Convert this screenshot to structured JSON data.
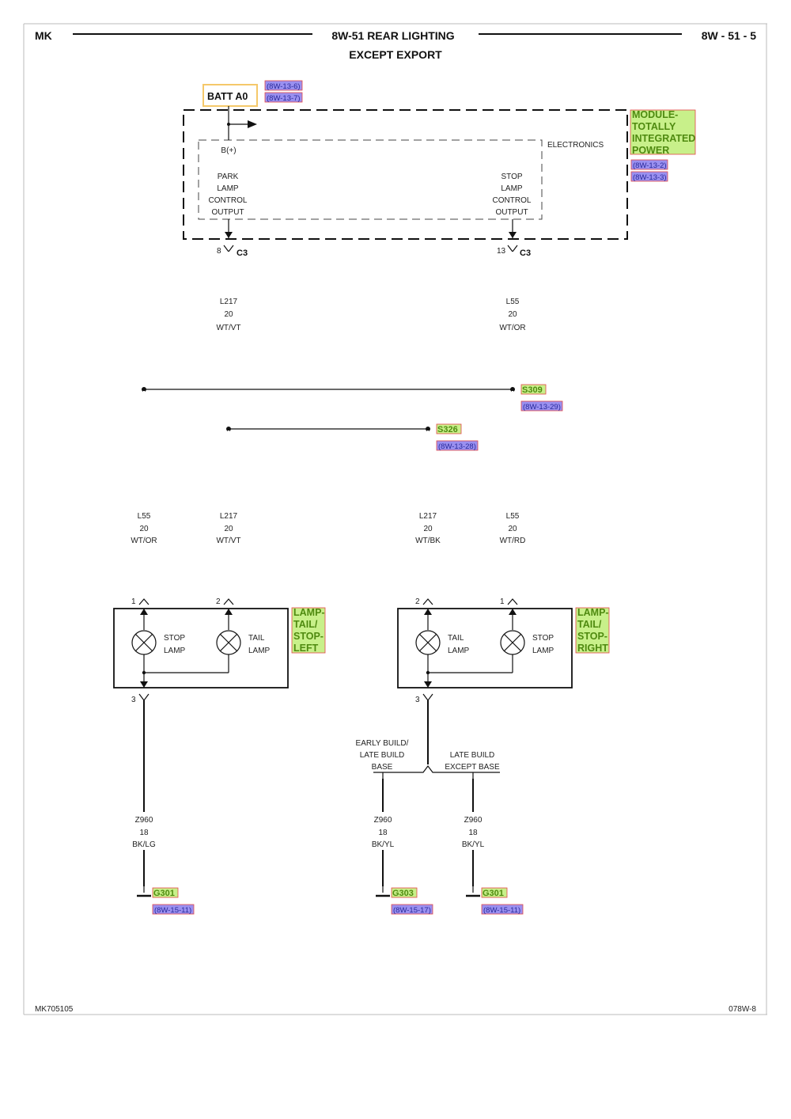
{
  "header": {
    "left": "MK",
    "title_line1": "8W-51 REAR LIGHTING",
    "title_line2": "EXCEPT EXPORT",
    "right": "8W - 51 - 5"
  },
  "footer": {
    "left": "MK705105",
    "right": "078W-8"
  },
  "batt": {
    "label": "BATT A0",
    "refs": [
      "(8W-13-6)",
      "(8W-13-7)"
    ]
  },
  "module": {
    "name_lines": [
      "MODULE-",
      "TOTALLY",
      "INTEGRATED",
      "POWER"
    ],
    "refs": [
      "(8W-13-2)",
      "(8W-13-3)"
    ],
    "inner_label": "ELECTRONICS",
    "bplus": "B(+)",
    "park_lines": [
      "PARK",
      "LAMP",
      "CONTROL",
      "OUTPUT"
    ],
    "stop_lines": [
      "STOP",
      "LAMP",
      "CONTROL",
      "OUTPUT"
    ]
  },
  "connectors": {
    "left_pin": "8",
    "left_name": "C3",
    "right_pin": "13",
    "right_name": "C3"
  },
  "wires": {
    "top_left": [
      "L217",
      "20",
      "WT/VT"
    ],
    "top_right": [
      "L55",
      "20",
      "WT/OR"
    ],
    "mid_1": [
      "L55",
      "20",
      "WT/OR"
    ],
    "mid_2": [
      "L217",
      "20",
      "WT/VT"
    ],
    "mid_3": [
      "L217",
      "20",
      "WT/BK"
    ],
    "mid_4": [
      "L55",
      "20",
      "WT/RD"
    ],
    "gnd_left": [
      "Z960",
      "18",
      "BK/LG"
    ],
    "gnd_mid": [
      "Z960",
      "18",
      "BK/YL"
    ],
    "gnd_right": [
      "Z960",
      "18",
      "BK/YL"
    ]
  },
  "splices": {
    "s309": {
      "name": "S309",
      "ref": "(8W-13-29)"
    },
    "s326": {
      "name": "S326",
      "ref": "(8W-13-28)"
    }
  },
  "lamp_left": {
    "name_lines": [
      "LAMP-",
      "TAIL/",
      "STOP-",
      "LEFT"
    ],
    "pin_a": "1",
    "pin_b": "2",
    "pin_gnd": "3",
    "bulb_a": [
      "STOP",
      "LAMP"
    ],
    "bulb_b": [
      "TAIL",
      "LAMP"
    ]
  },
  "lamp_right": {
    "name_lines": [
      "LAMP-",
      "TAIL/",
      "STOP-",
      "RIGHT"
    ],
    "pin_a": "2",
    "pin_b": "1",
    "pin_gnd": "3",
    "bulb_a": [
      "TAIL",
      "LAMP"
    ],
    "bulb_b": [
      "STOP",
      "LAMP"
    ]
  },
  "build_options": {
    "left_lines": [
      "EARLY BUILD/",
      "LATE BUILD",
      "BASE"
    ],
    "right_lines": [
      "LATE BUILD",
      "EXCEPT BASE"
    ]
  },
  "grounds": {
    "g_left": {
      "name": "G301",
      "ref": "(8W-15-11)"
    },
    "g_mid": {
      "name": "G303",
      "ref": "(8W-15-17)"
    },
    "g_right": {
      "name": "G301",
      "ref": "(8W-15-11)"
    }
  },
  "colors": {
    "violet": "#ee44ee",
    "orange": "#f29c4a",
    "red": "#ef4444",
    "gray": "#9a9a9a",
    "green": "#22b14c",
    "yellow": "#d6cc1a",
    "black": "#111111"
  }
}
